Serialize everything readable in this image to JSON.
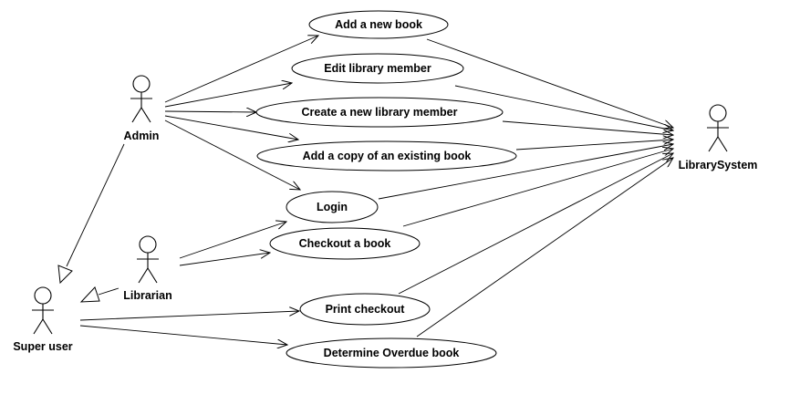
{
  "actors": {
    "admin": {
      "label": "Admin"
    },
    "librarian": {
      "label": "Librarian"
    },
    "super_user": {
      "label": "Super user"
    },
    "library_system": {
      "label": "LibrarySystem"
    }
  },
  "use_cases": {
    "add_new_book": {
      "label": "Add a new book"
    },
    "edit_member": {
      "label": "Edit library member"
    },
    "create_member": {
      "label": "Create  a new library member"
    },
    "add_copy": {
      "label": "Add a copy of an existing book"
    },
    "login": {
      "label": "Login"
    },
    "checkout_book": {
      "label": "Checkout a book"
    },
    "print_checkout": {
      "label": "Print checkout"
    },
    "determine_overdue": {
      "label": "Determine Overdue book"
    }
  }
}
